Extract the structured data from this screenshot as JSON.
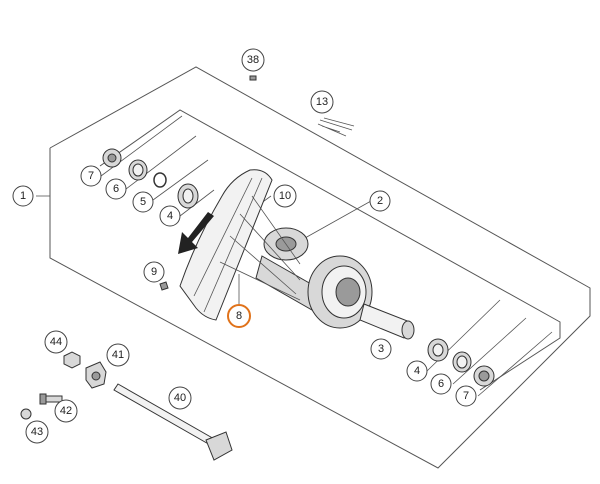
{
  "callouts": [
    {
      "id": "c1",
      "label": "1"
    },
    {
      "id": "c2",
      "label": "2"
    },
    {
      "id": "c3",
      "label": "3"
    },
    {
      "id": "c4a",
      "label": "4"
    },
    {
      "id": "c4b",
      "label": "4"
    },
    {
      "id": "c5",
      "label": "5"
    },
    {
      "id": "c6a",
      "label": "6"
    },
    {
      "id": "c6b",
      "label": "6"
    },
    {
      "id": "c7a",
      "label": "7"
    },
    {
      "id": "c7b",
      "label": "7"
    },
    {
      "id": "c8",
      "label": "8"
    },
    {
      "id": "c9",
      "label": "9"
    },
    {
      "id": "c10",
      "label": "10"
    },
    {
      "id": "c13",
      "label": "13"
    },
    {
      "id": "c38",
      "label": "38"
    },
    {
      "id": "c40",
      "label": "40"
    },
    {
      "id": "c41",
      "label": "41"
    },
    {
      "id": "c42",
      "label": "42"
    },
    {
      "id": "c43",
      "label": "43"
    },
    {
      "id": "c44",
      "label": "44"
    }
  ],
  "colors": {
    "highlight": "#e0721a",
    "line": "#444444"
  }
}
